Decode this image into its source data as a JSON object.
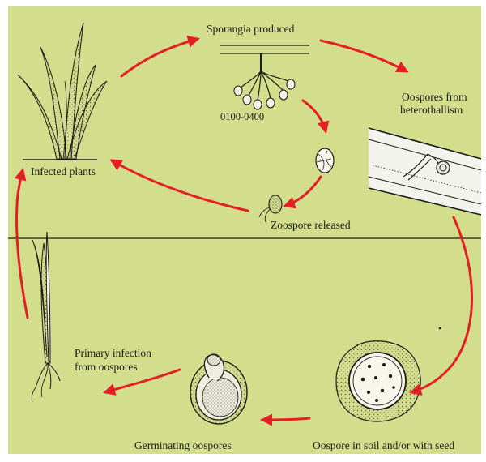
{
  "colors": {
    "background": "#d3de8c",
    "arrow": "#e31e24",
    "ink": "#1a1a1a",
    "stipple": "#6b6b5a"
  },
  "labels": {
    "sporangia": "Sporangia produced",
    "time_range": "0100-0400",
    "oospores_from_line1": "Oospores from",
    "oospores_from_line2": "heterothallism",
    "infected_plants": "Infected plants",
    "zoospore_released": "Zoospore released",
    "primary_infection_line1": "Primary infection",
    "primary_infection_line2": "from oospores",
    "germinating_oospores": "Germinating oospores",
    "oospore_soil": "Oospore in soil and/or with seed"
  },
  "icons": [
    "infected-plant-icon",
    "sporangiophore-icon",
    "sporangium-icon",
    "zoospore-icon",
    "heterothallism-hypha-icon",
    "oospore-icon",
    "germinating-oospore-icon",
    "seedling-icon"
  ]
}
